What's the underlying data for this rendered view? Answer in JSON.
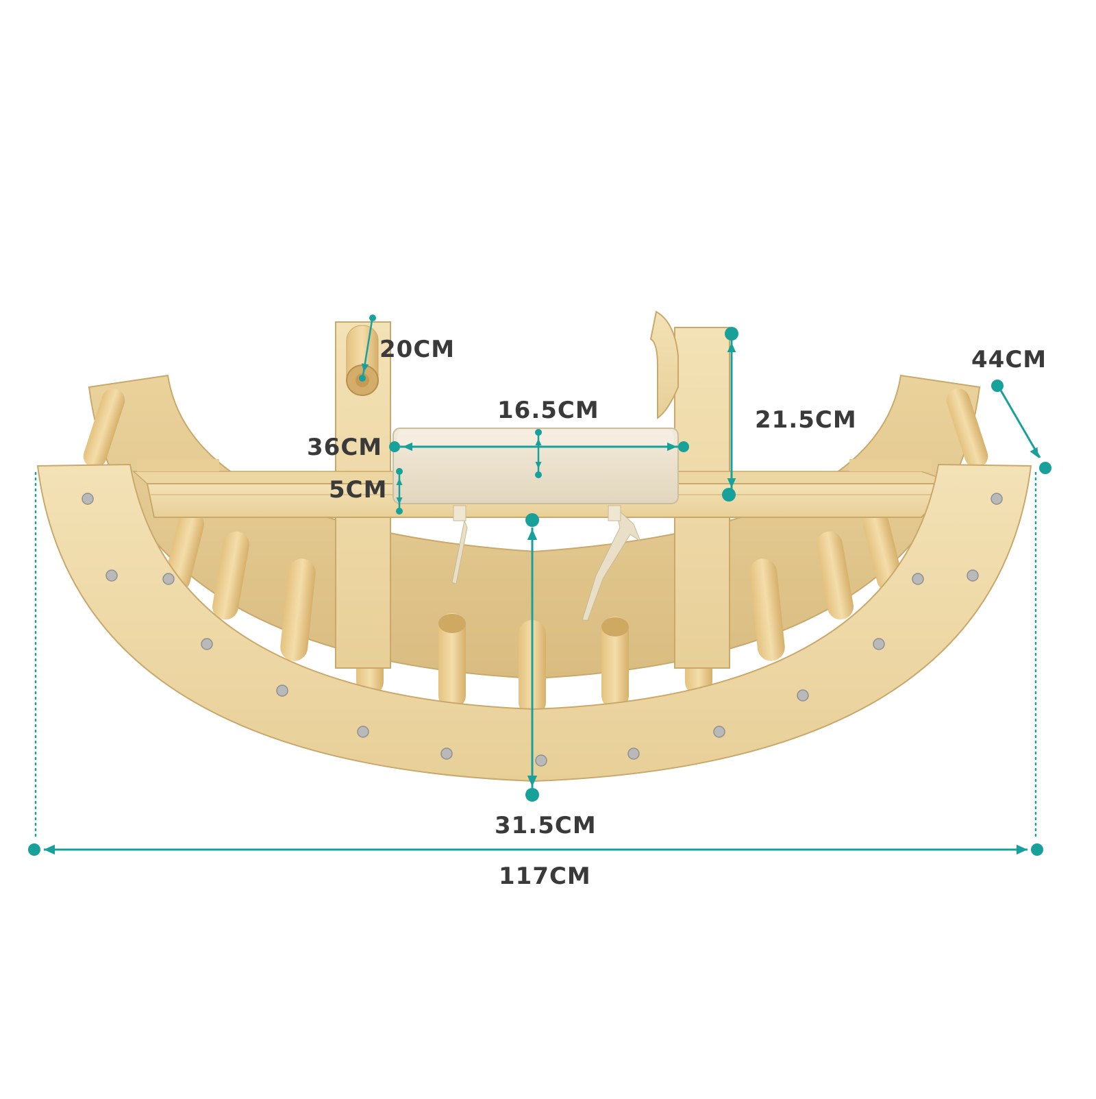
{
  "colors": {
    "accent": "#17a19a",
    "wood_light": "#f1dfb0",
    "wood_mid": "#e3c88c",
    "wood_dark": "#c9a86a",
    "cushion": "#ece2cc",
    "text": "#3a3a3a"
  },
  "dimensions": {
    "overall_length": "117CM",
    "overall_depth": "44CM",
    "arc_height": "31.5CM",
    "seat_width": "16.5CM",
    "seat_thickness": "5CM",
    "seat_depth": "36CM",
    "handle_length": "20CM",
    "backrest_height": "21.5CM"
  },
  "icons": {
    "dimension_endpoint": "dot-icon",
    "dimension_arrow": "arrow-icon"
  }
}
